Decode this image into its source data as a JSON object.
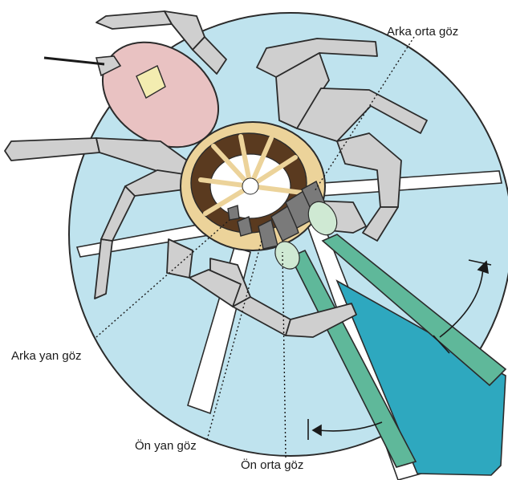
{
  "labels": {
    "posterior_median_eye": "Arka orta göz",
    "posterior_lateral_eye": "Arka yan göz",
    "anterior_lateral_eye": "Ön yan göz",
    "anterior_median_eye": "Ön orta göz"
  },
  "colors": {
    "visual_field_disc": "#bfe3ee",
    "disc_outline": "#2b2b2b",
    "leg_fill": "#cfcfcf",
    "abdomen_fill": "#e9c2c2",
    "abdomen_marking": "#f3ecb0",
    "carapace_fill": "#ecd39a",
    "carapace_bands": "#5a3a1f",
    "lateral_eye_field": "#5fb89a",
    "median_eye_field": "#2ea8bf",
    "eye_fill": "#7a7a7a"
  },
  "icons": {
    "rotation_arrow": "curved-arrow"
  }
}
